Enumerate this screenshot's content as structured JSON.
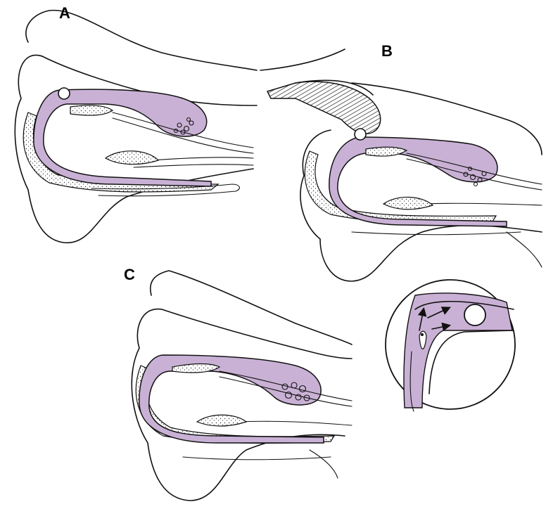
{
  "panels": [
    {
      "label": "A"
    },
    {
      "label": "B"
    },
    {
      "label": "C"
    }
  ],
  "colors": {
    "sac_fill": "#c9b1d5",
    "line": "#111111",
    "background": "#ffffff"
  },
  "icons": [
    "finger-icon",
    "arrow-icon"
  ]
}
